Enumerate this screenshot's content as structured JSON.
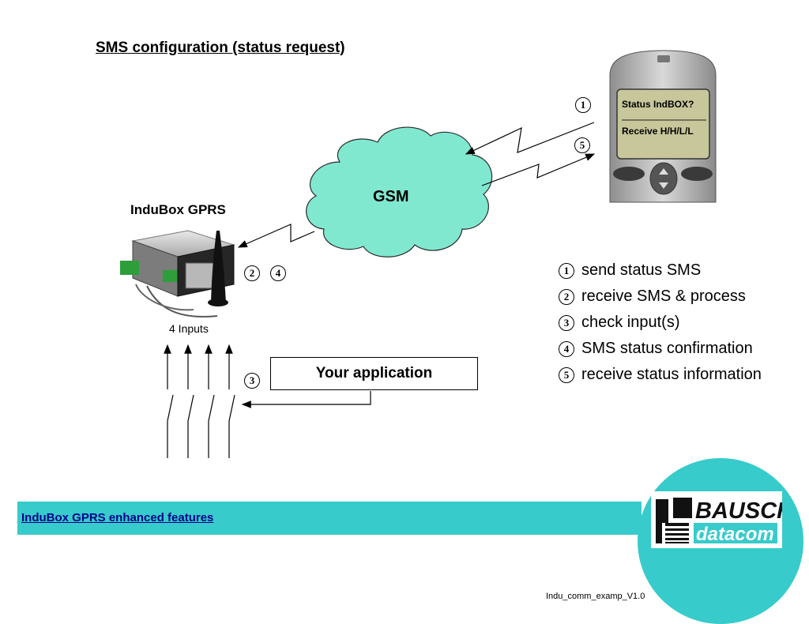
{
  "title": "SMS configuration (status request)",
  "device": {
    "label": "InduBox GPRS",
    "inputs_label": "4 Inputs"
  },
  "cloud": {
    "label": "GSM",
    "color": "#80e8cf"
  },
  "phone": {
    "line1": "Status IndBOX?",
    "line2": "Receive H/H/L/L"
  },
  "application": {
    "label": "Your application"
  },
  "step_markers": {
    "one": "1",
    "five": "5",
    "two": "2",
    "four": "4",
    "three": "3"
  },
  "legend": [
    {
      "num": "1",
      "text": "send status SMS"
    },
    {
      "num": "2",
      "text": "receive SMS & process"
    },
    {
      "num": "3",
      "text": "check input(s)"
    },
    {
      "num": "4",
      "text": "SMS status confirmation"
    },
    {
      "num": "5",
      "text": "receive status information"
    }
  ],
  "footer": {
    "link": "InduBox GPRS enhanced features",
    "version": "Indu_comm_examp_V1.0",
    "band_color": "#37cbcb"
  },
  "logo": {
    "line1": "BAUSCH",
    "line2": "datacom"
  }
}
